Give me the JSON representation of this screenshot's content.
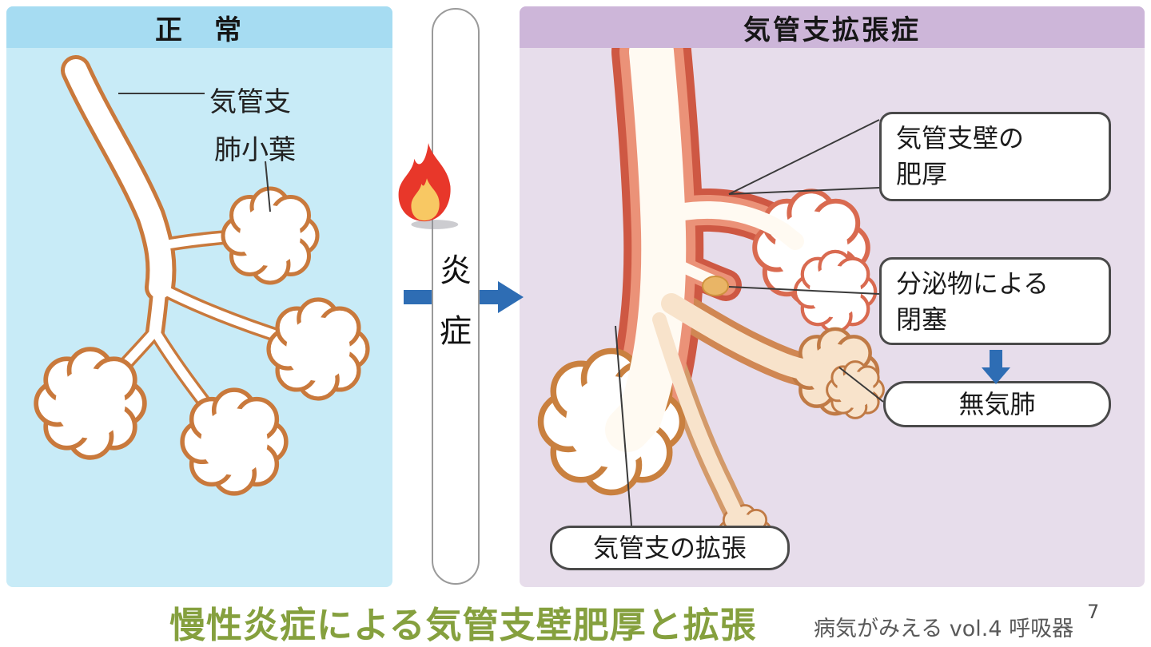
{
  "left_panel": {
    "title": "正　常",
    "bronchus_label": "気管支",
    "lobule_label": "肺小葉"
  },
  "middle": {
    "inflammation_char_top": "炎",
    "inflammation_char_bottom": "症",
    "inflammation_word": "炎症",
    "fire_icon": "fire-icon",
    "arrow_icon": "right-arrow-icon"
  },
  "right_panel": {
    "title": "気管支拡張症",
    "callout_wall_line1": "気管支壁の",
    "callout_wall_line2": "肥厚",
    "callout_obstruction_line1": "分泌物による",
    "callout_obstruction_line2": "閉塞",
    "callout_atelectasis": "無気肺",
    "callout_dilation": "気管支の拡張",
    "down_arrow_icon": "down-arrow-icon"
  },
  "caption": {
    "title": "慢性炎症による気管支壁肥厚と拡張",
    "source": "病気がみえる vol.4 呼吸器",
    "page": "7"
  },
  "colors": {
    "left_panel_bg": "#c8ebf7",
    "left_header_bg": "#a6dcf2",
    "right_panel_bg": "#e7ddeb",
    "right_header_bg": "#cdb6d9",
    "arrow_blue": "#2e6db4",
    "normal_tube_outline": "#c9793c",
    "inflamed_wall_red": "#ce5843",
    "inflamed_wall_inner": "#eb9278",
    "secretion_plug": "#e9b566",
    "pale_lobule": "#f8e3cb",
    "caption_green": "#85a03e",
    "flame_red": "#e8372a",
    "flame_yellow": "#f8c863"
  }
}
